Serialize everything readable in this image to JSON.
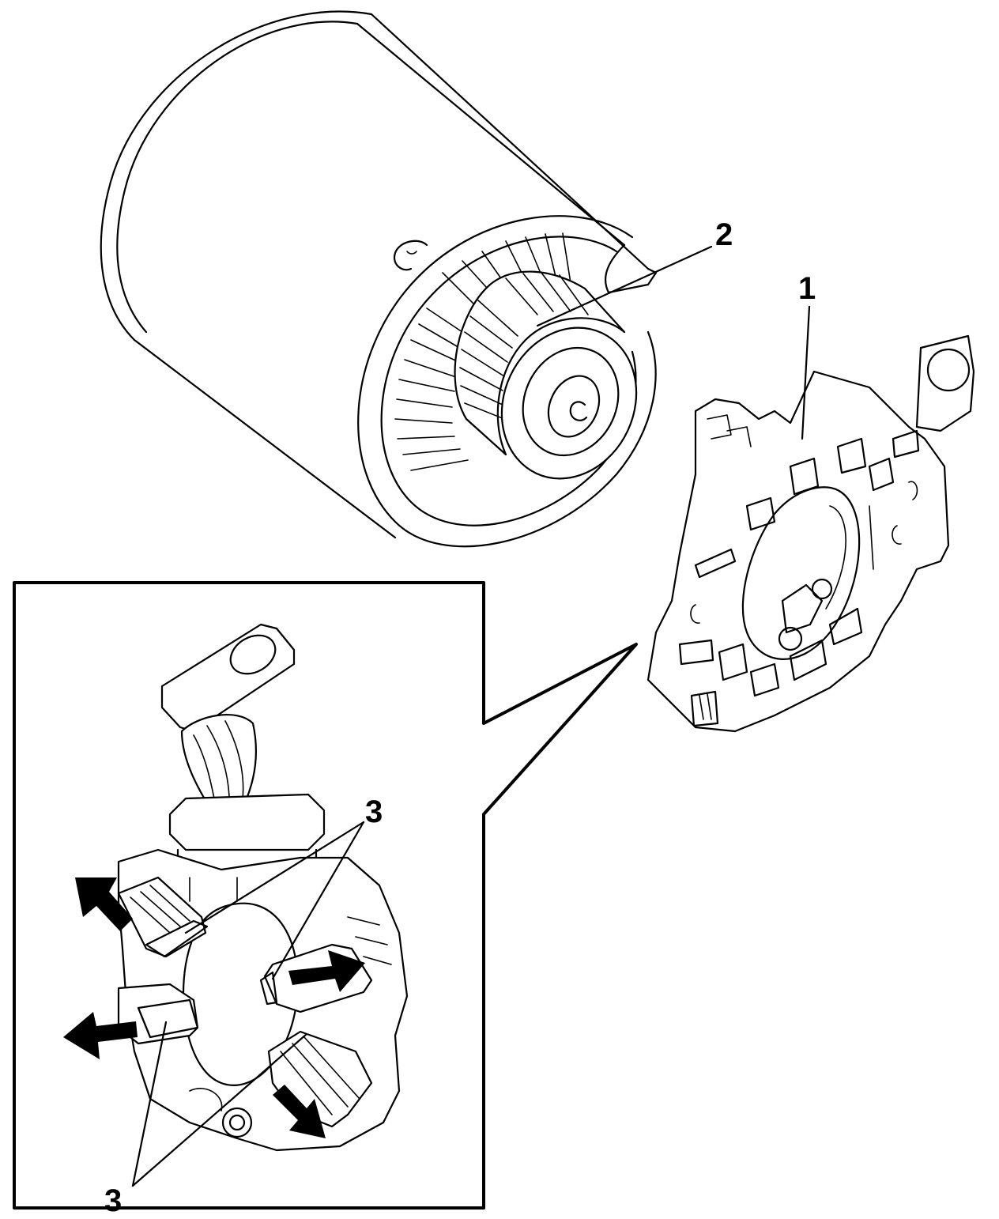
{
  "callouts": [
    {
      "id": "brush-holder",
      "text": "1"
    },
    {
      "id": "armature",
      "text": "2"
    },
    {
      "id": "brush-upper",
      "text": "3"
    },
    {
      "id": "brush-lower",
      "text": "3"
    }
  ],
  "colors": {
    "line": "#000000",
    "background": "#ffffff"
  }
}
